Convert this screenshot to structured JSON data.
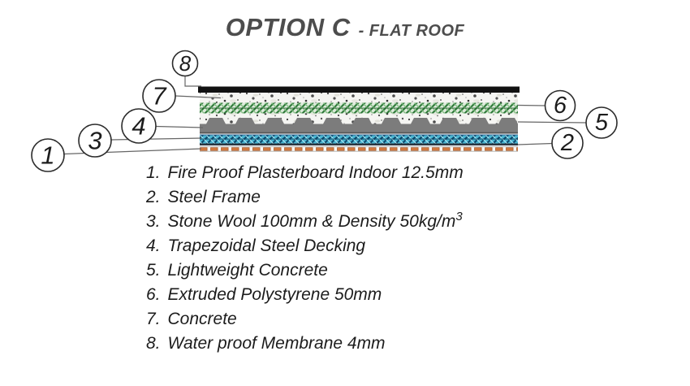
{
  "title": {
    "main": "OPTION C",
    "sub": "- FLAT ROOF"
  },
  "colors": {
    "title_text": "#4d4d4d",
    "legend_text": "#1c1c1c",
    "callout_stroke": "#2b2b2b",
    "callout_fill": "#ffffff",
    "callout_number": "#1c1c1c",
    "leader_line": "#666666",
    "membrane_black": "#111111",
    "concrete_bg": "#f5f5f2",
    "xps_green_dark": "#2f7a3a",
    "xps_green_light": "#7ab87a",
    "decking_gray": "#7c7c7c",
    "decking_edge": "#565656",
    "stonewool_blue": "#49b6d2",
    "stonewool_dark": "#0d4a6e",
    "steel_frame": "#2b3540",
    "plasterboard_orange": "#d2793f"
  },
  "legend": {
    "items": [
      {
        "callout": "1",
        "num": "1.",
        "text": "Fire Proof Plasterboard Indoor 12.5mm",
        "sup": ""
      },
      {
        "callout": "2",
        "num": "2.",
        "text": "Steel Frame",
        "sup": ""
      },
      {
        "callout": "3",
        "num": "3.",
        "text": "Stone Wool 100mm & Density 50kg/m",
        "sup": "3"
      },
      {
        "callout": "4",
        "num": "4.",
        "text": "Trapezoidal Steel Decking",
        "sup": ""
      },
      {
        "callout": "5",
        "num": "5.",
        "text": "Lightweight Concrete",
        "sup": ""
      },
      {
        "callout": "6",
        "num": "6.",
        "text": "Extruded Polystyrene 50mm",
        "sup": ""
      },
      {
        "callout": "7",
        "num": "7.",
        "text": "Concrete",
        "sup": ""
      },
      {
        "callout": "8",
        "num": "8.",
        "text": "Water proof Membrane 4mm",
        "sup": ""
      }
    ]
  }
}
